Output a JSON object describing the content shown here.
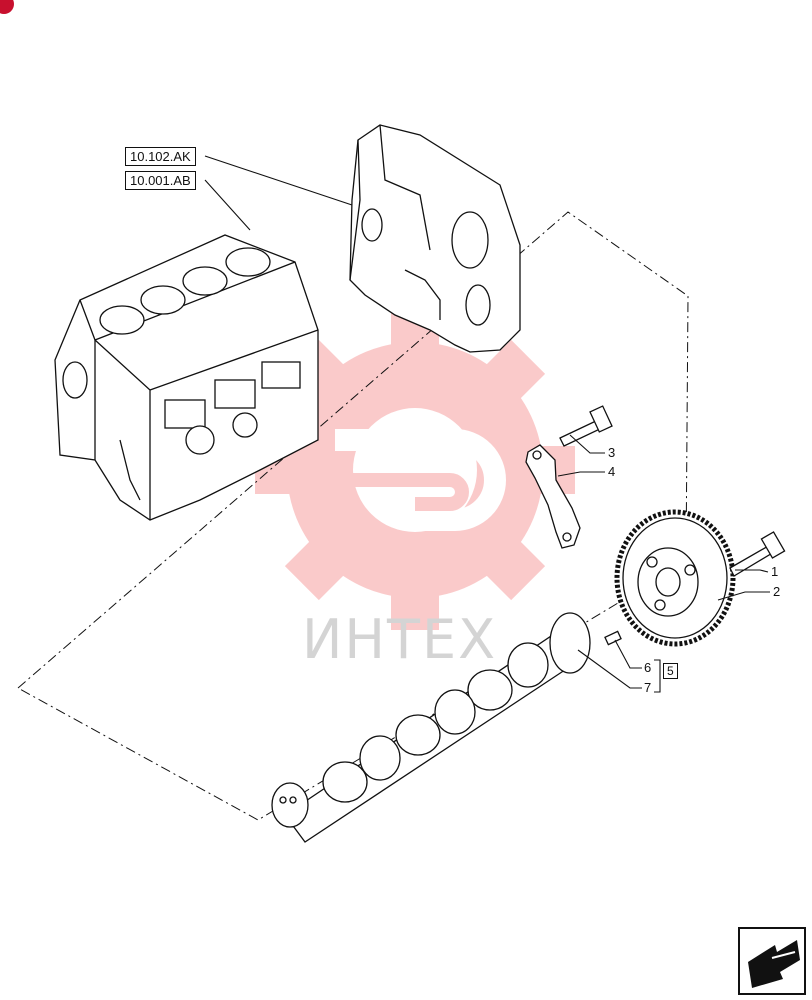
{
  "references": [
    {
      "label": "10.102.AK"
    },
    {
      "label": "10.001.AB"
    }
  ],
  "callouts": {
    "c1": "1",
    "c2": "2",
    "c3": "3",
    "c4": "4",
    "c6": "6",
    "c7": "7",
    "group": "5"
  },
  "watermark": {
    "text": "ИНТЕХ",
    "color": "#f26b6b"
  },
  "colors": {
    "line": "#111111",
    "badge": "#c8102e"
  },
  "icons": {
    "nav": "navigate-arrow-icon"
  }
}
